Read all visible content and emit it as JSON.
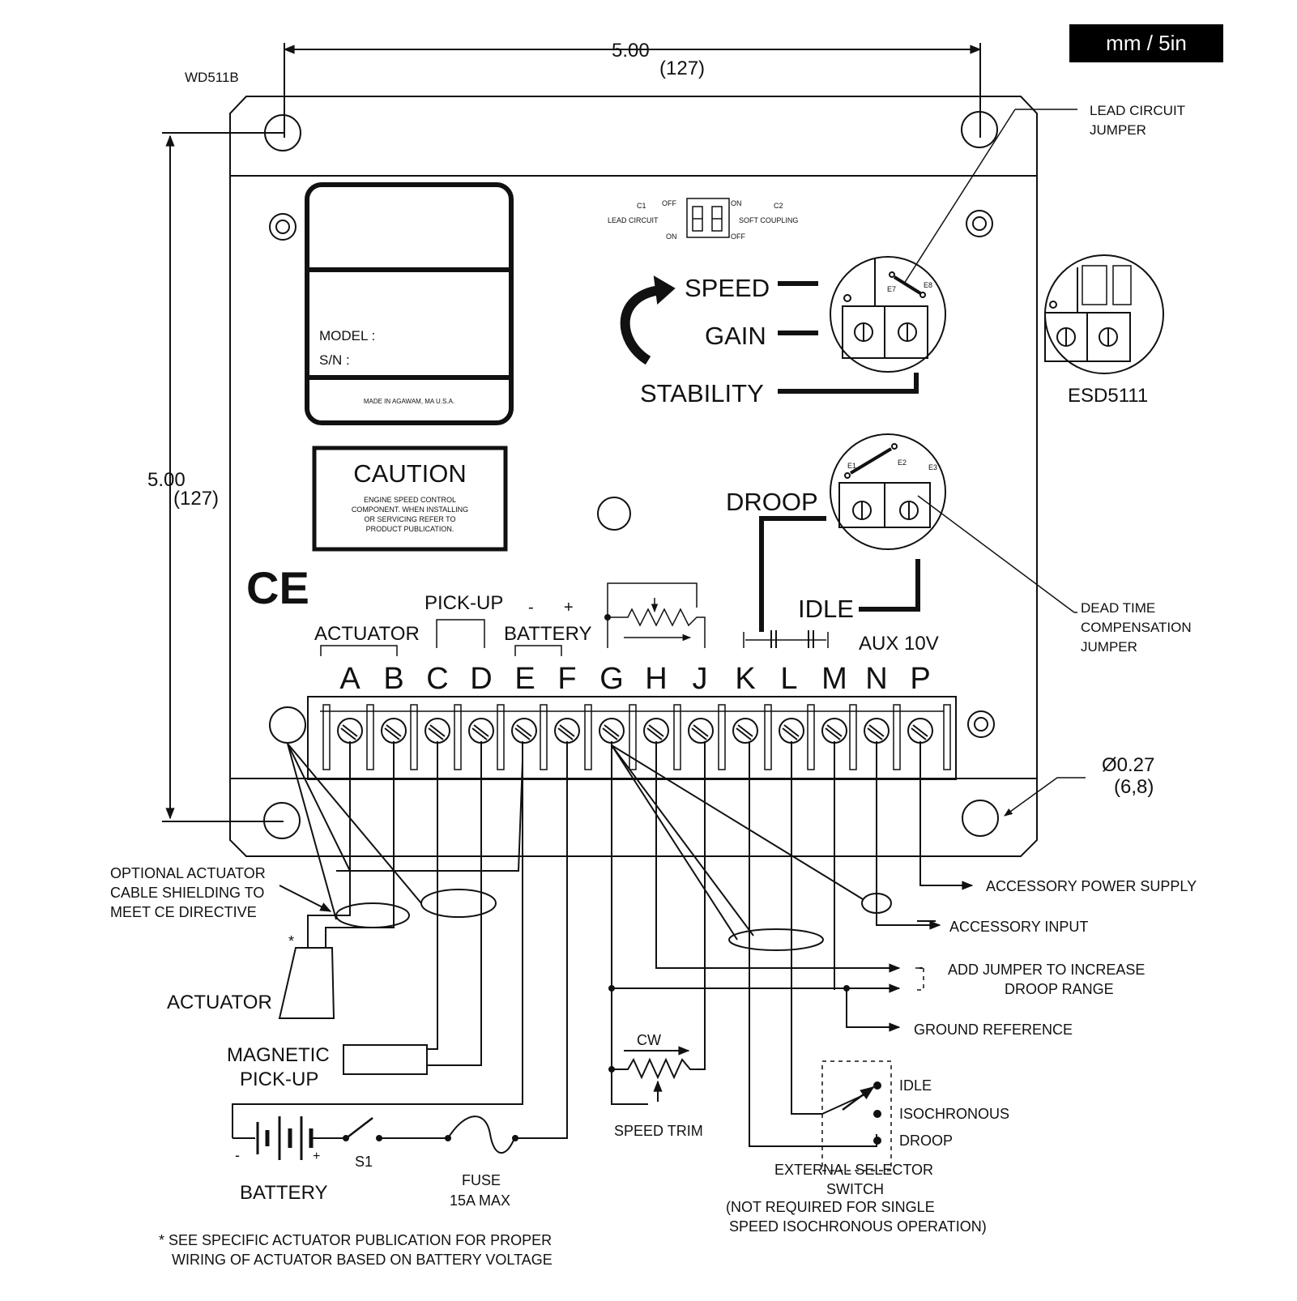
{
  "badge": "mm / 5in",
  "part_code": "WD511B",
  "dim_width": "5.00",
  "dim_width_mm": "(127)",
  "dim_height": "5.00",
  "dim_height_mm": "(127)",
  "hole_dim": "Ø0.27",
  "hole_dim_mm": "(6,8)",
  "label_model": "MODEL :",
  "label_sn": "S/N :",
  "label_made": "MADE IN AGAWAM, MA  U.S.A.",
  "caution_title": "CAUTION",
  "caution_lines": [
    "ENGINE SPEED CONTROL",
    "COMPONENT. WHEN INSTALLING",
    "OR SERVICING REFER TO",
    "PRODUCT PUBLICATION."
  ],
  "ce_mark": "CE",
  "dip": {
    "c1": "C1",
    "c2": "C2",
    "off_left": "OFF",
    "on_left": "ON",
    "on_right": "ON",
    "off_right": "OFF",
    "lead_circuit": "LEAD CIRCUIT",
    "soft_coupling": "SOFT COUPLING"
  },
  "adjust": {
    "speed": "SPEED",
    "gain": "GAIN",
    "stability": "STABILITY",
    "droop": "DROOP",
    "idle": "IDLE"
  },
  "jumpers": {
    "e7": "E7",
    "e8": "E8",
    "e1": "E1",
    "e2": "E2",
    "e3": "E3"
  },
  "esd_model": "ESD5111",
  "callouts": {
    "lead_circuit_jumper": [
      "LEAD CIRCUIT",
      "JUMPER"
    ],
    "dead_time": [
      "DEAD TIME",
      "COMPENSATION",
      "JUMPER"
    ]
  },
  "groups": {
    "actuator": "ACTUATOR",
    "pickup": "PICK-UP",
    "battery": "BATTERY",
    "minus": "-",
    "plus": "+",
    "aux": "AUX  10V"
  },
  "terminals": [
    "A",
    "B",
    "C",
    "D",
    "E",
    "F",
    "G",
    "H",
    "J",
    "K",
    "L",
    "M",
    "N",
    "P"
  ],
  "right_labels": {
    "accessory_power": "ACCESSORY POWER SUPPLY",
    "accessory_input": "ACCESSORY INPUT",
    "add_jumper": [
      "ADD JUMPER TO INCREASE",
      "DROOP RANGE"
    ],
    "ground_ref": "GROUND REFERENCE",
    "idle": "IDLE",
    "iso": "ISOCHRONOUS",
    "droop": "DROOP"
  },
  "left_labels": {
    "optional_shield": [
      "OPTIONAL ACTUATOR",
      "CABLE SHIELDING TO",
      "MEET CE DIRECTIVE"
    ],
    "actuator": "ACTUATOR",
    "magnetic": [
      "MAGNETIC",
      "PICK-UP"
    ],
    "battery": "BATTERY",
    "s1": "S1",
    "fuse": [
      "FUSE",
      "15A MAX"
    ],
    "speed_trim": "SPEED TRIM",
    "cw": "CW",
    "star": "*",
    "bat_minus": "-",
    "bat_plus": "+"
  },
  "selector": [
    "EXTERNAL SELECTOR",
    "SWITCH",
    "(NOT REQUIRED FOR SINGLE",
    "SPEED ISOCHRONOUS OPERATION)"
  ],
  "footnote": [
    "* SEE SPECIFIC ACTUATOR PUBLICATION FOR PROPER",
    "WIRING OF ACTUATOR BASED ON BATTERY VOLTAGE"
  ]
}
